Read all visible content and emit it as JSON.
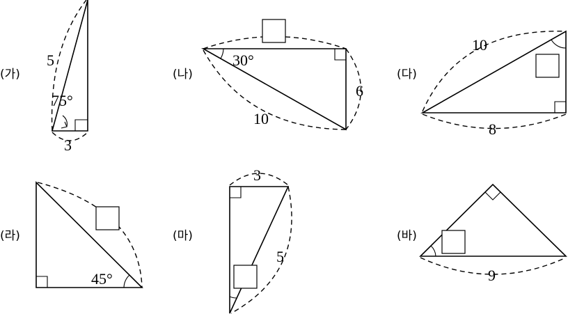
{
  "figures": [
    {
      "tag": "(가)",
      "hyp": "5",
      "angle": "75°",
      "leg": "3"
    },
    {
      "tag": "(나)",
      "angle": "30°",
      "leg": "6",
      "hyp": "10"
    },
    {
      "tag": "(다)",
      "hyp": "10",
      "leg": "8"
    },
    {
      "tag": "(라)",
      "angle": "45°"
    },
    {
      "tag": "(마)",
      "leg": "3",
      "hyp": "5"
    },
    {
      "tag": "(바)",
      "hyp": "9"
    }
  ]
}
